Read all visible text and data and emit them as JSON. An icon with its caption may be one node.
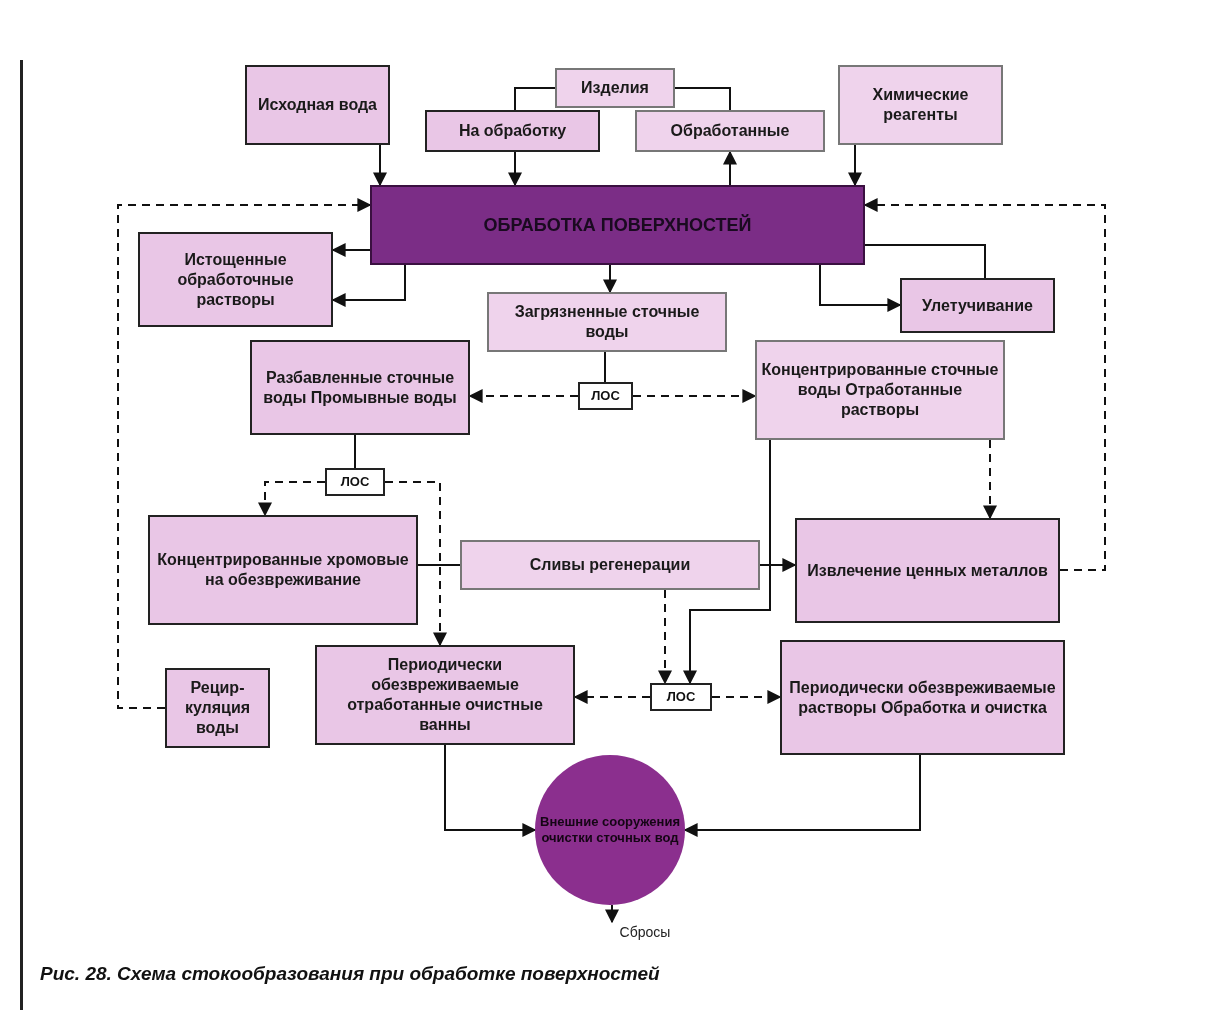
{
  "diagram": {
    "caption": "Рис. 28. Схема стокообразования при обработке поверхностей",
    "nodes": [
      {
        "text": [
          "Исходная вода"
        ]
      },
      {
        "text": [
          "Изделия"
        ]
      },
      {
        "text": [
          "На обработку"
        ]
      },
      {
        "text": [
          "Обработанные"
        ]
      },
      {
        "text": [
          "Химические реагенты"
        ]
      },
      {
        "text": [
          "ОБРАБОТКА ПОВЕРХНОСТЕЙ"
        ]
      },
      {
        "text": [
          "Истощенные обработочные растворы"
        ]
      },
      {
        "text": [
          "Улетучивание"
        ]
      },
      {
        "text": [
          "Загрязненные сточные воды"
        ]
      },
      {
        "text": [
          "Разбавленные сточные воды Промывные воды"
        ]
      },
      {
        "text": [
          "ЛОС"
        ]
      },
      {
        "text": [
          "Концентрированные сточные воды Отработанные растворы"
        ]
      },
      {
        "text": [
          "ЛОС"
        ]
      },
      {
        "text": [
          "Концентрированные хромовые на обезвреживание"
        ]
      },
      {
        "text": [
          "Сливы регенерации"
        ]
      },
      {
        "text": [
          "Извлечение ценных металлов"
        ]
      },
      {
        "text": [
          "Рецир-куляция воды"
        ]
      },
      {
        "text": [
          "Периодически обезвреживаемые отработанные очистные ванны"
        ]
      },
      {
        "text": [
          "ЛОС"
        ]
      },
      {
        "text": [
          "Периодически обезвреживаемые растворы Обработка и очистка"
        ]
      },
      {
        "text": [
          "Внешние сооружения очистки сточных вод"
        ]
      },
      {
        "text": [
          "Сбросы"
        ]
      }
    ],
    "edges": [
      {
        "from": 0,
        "to": 5,
        "arrow": "to"
      },
      {
        "from": 1,
        "to": 2,
        "arrow": "none"
      },
      {
        "from": 1,
        "to": 3,
        "arrow": "none"
      },
      {
        "from": 2,
        "to": 5,
        "arrow": "to"
      },
      {
        "from": 5,
        "to": 3,
        "arrow": "to"
      },
      {
        "from": 4,
        "to": 5,
        "arrow": "to"
      },
      {
        "from": 16,
        "to": 5,
        "arrow": "to",
        "style": "dashed"
      },
      {
        "from": 5,
        "to": 6,
        "arrow": "to"
      },
      {
        "from": 5,
        "to": 6,
        "arrow": "to"
      },
      {
        "from": 5,
        "to": 7,
        "arrow": "to"
      },
      {
        "from": 5,
        "to": 7,
        "arrow": "none"
      },
      {
        "from": 15,
        "to": 5,
        "arrow": "to",
        "style": "dashed"
      },
      {
        "from": 5,
        "to": 8,
        "arrow": "to"
      },
      {
        "from": 8,
        "to": 10,
        "arrow": "none"
      },
      {
        "from": 10,
        "to": 9,
        "arrow": "to",
        "style": "dashed"
      },
      {
        "from": 10,
        "to": 11,
        "arrow": "to",
        "style": "dashed"
      },
      {
        "from": 9,
        "to": 12,
        "arrow": "none"
      },
      {
        "from": 12,
        "to": 13,
        "arrow": "to",
        "style": "dashed"
      },
      {
        "from": 12,
        "to": 17,
        "arrow": "to",
        "style": "dashed"
      },
      {
        "from": 13,
        "to": 14,
        "arrow": "none"
      },
      {
        "from": 14,
        "to": 15,
        "arrow": "to"
      },
      {
        "from": 11,
        "to": 15,
        "arrow": "to",
        "style": "dashed"
      },
      {
        "from": 11,
        "to": 18,
        "arrow": "to"
      },
      {
        "from": 14,
        "to": 18,
        "arrow": "to",
        "style": "dashed"
      },
      {
        "from": 18,
        "to": 17,
        "arrow": "to",
        "style": "dashed"
      },
      {
        "from": 18,
        "to": 19,
        "arrow": "to",
        "style": "dashed"
      },
      {
        "from": 17,
        "to": 20,
        "arrow": "to"
      },
      {
        "from": 19,
        "to": 20,
        "arrow": "to"
      },
      {
        "from": 20,
        "to": 21,
        "arrow": "to"
      }
    ]
  }
}
